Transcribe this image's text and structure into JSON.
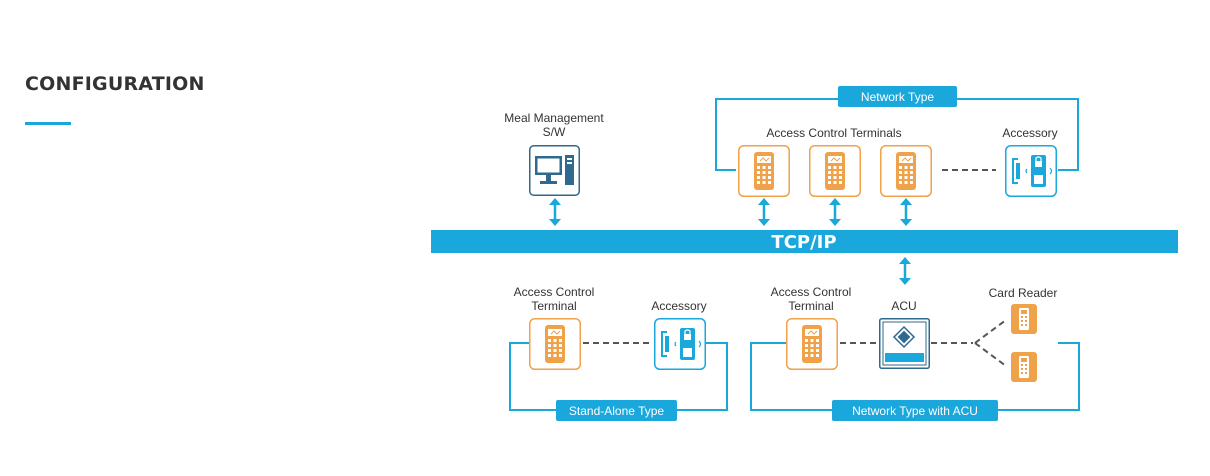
{
  "page": {
    "title": "CONFIGURATION"
  },
  "diagram": {
    "network_type": {
      "tag": "Network Type",
      "meal_management_label": [
        "Meal Management",
        "S/W"
      ],
      "access_control_terminals_label": "Access Control Terminals",
      "accessory_label": "Accessory"
    },
    "bus_label": "TCP/IP",
    "stand_alone": {
      "tag": "Stand-Alone Type",
      "terminal_label": [
        "Access Control",
        "Terminal"
      ],
      "accessory_label": "Accessory"
    },
    "network_acu": {
      "tag": "Network Type with ACU",
      "terminal_label": [
        "Access Control",
        "Terminal"
      ],
      "acu_label": "ACU",
      "card_reader_label": "Card Reader"
    },
    "colors": {
      "primary_blue": "#1aa7dc",
      "terminal_orange": "#f0a24a",
      "pc_navy": "#2f6a8e",
      "title_gray": "#333333"
    },
    "icons": [
      "monitor-icon",
      "terminal-icon",
      "accessory-icon",
      "acu-board-icon",
      "card-reader-icon",
      "double-arrow-icon"
    ]
  }
}
